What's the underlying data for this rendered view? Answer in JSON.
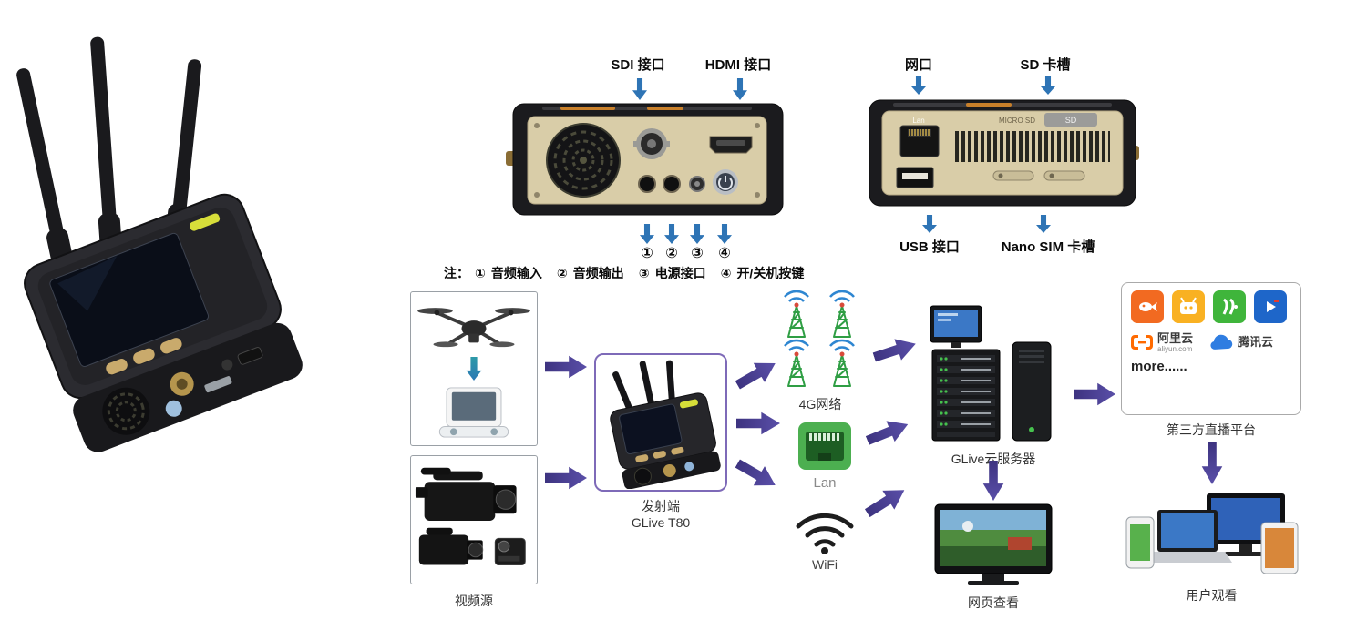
{
  "colors": {
    "callout_arrow_blue": "#2e74b5",
    "flow_arrow_purple": "#4a3c92",
    "drone_arrow_teal": "#2d9aa8",
    "transmitter_box_border": "#7e6ab8",
    "panel_face_beige": "#d9cda8"
  },
  "front_panel": {
    "sdi_label": "SDI 接口",
    "hdmi_label": "HDMI 接口",
    "callouts": [
      "①",
      "②",
      "③",
      "④"
    ],
    "note": {
      "prefix": "注：",
      "items": [
        {
          "num": "①",
          "label": "音频输入"
        },
        {
          "num": "②",
          "label": "音频输出"
        },
        {
          "num": "③",
          "label": "电源接口"
        },
        {
          "num": "④",
          "label": "开/关机按键"
        }
      ]
    }
  },
  "back_panel": {
    "lan_label": "网口",
    "sd_label": "SD 卡槽",
    "usb_label": "USB 接口",
    "sim_label": "Nano SIM 卡槽",
    "port_texts": {
      "lan": "Lan",
      "micro_sd": "MICRO SD",
      "sd": "SD"
    }
  },
  "flow": {
    "video_source_label": "视频源",
    "transmitter_line1": "发射端",
    "transmitter_line2": "GLive T80",
    "net_4g_label": "4G网络",
    "lan_label": "Lan",
    "wifi_label": "WiFi",
    "server_label": "GLive云服务器",
    "platform_label": "第三方直播平台",
    "web_view_label": "网页查看",
    "user_view_label": "用户观看",
    "platform_box": {
      "aliyun_name": "阿里云",
      "aliyun_domain": "aliyun.com",
      "tencent_name": "腾讯云",
      "more_text": "more......"
    }
  }
}
